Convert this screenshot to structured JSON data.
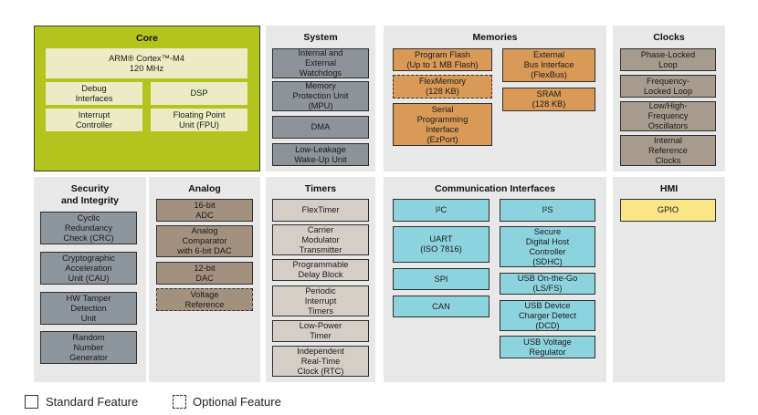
{
  "colors": {
    "panel_background": "#e8e8e8",
    "core": "#b4c41d",
    "core_inner": "#ececc4",
    "system": "#8c9399",
    "memories": "#d99a57",
    "clocks": "#a69b8c",
    "security": "#8d969c",
    "analog": "#a39180",
    "timers": "#d4cec7",
    "communication": "#8dd3de",
    "hmi": "#fae589"
  },
  "panels": [
    {
      "id": "core",
      "title": "Core",
      "boxes": [
        {
          "label": "ARM® Cortex™-M4\n120 MHz"
        },
        {
          "label": "Debug\nInterfaces"
        },
        {
          "label": "DSP"
        },
        {
          "label": "Interrupt\nController"
        },
        {
          "label": "Floating Point\nUnit (FPU)"
        }
      ]
    },
    {
      "id": "system",
      "title": "System",
      "boxes": [
        {
          "label": "Internal and\nExternal\nWatchdogs"
        },
        {
          "label": "Memory\nProtection Unit\n(MPU)"
        },
        {
          "label": "DMA"
        },
        {
          "label": "Low-Leakage\nWake-Up Unit"
        }
      ]
    },
    {
      "id": "memories",
      "title": "Memories",
      "boxes": [
        {
          "label": "Program Flash\n(Up to 1 MB Flash)"
        },
        {
          "label": "FlexMemory\n(128 KB)",
          "optional": true
        },
        {
          "label": "Serial\nProgramming\nInterface\n(EzPort)"
        },
        {
          "label": "External\nBus Interface\n(FlexBus)"
        },
        {
          "label": "SRAM\n(128 KB)"
        }
      ]
    },
    {
      "id": "clocks",
      "title": "Clocks",
      "boxes": [
        {
          "label": "Phase-Locked\nLoop"
        },
        {
          "label": "Frequency-\nLocked Loop"
        },
        {
          "label": "Low/High-\nFrequency\nOscillators"
        },
        {
          "label": "Internal\nReference\nClocks"
        }
      ]
    },
    {
      "id": "security",
      "title": "Security\nand Integrity",
      "boxes": [
        {
          "label": "Cyclic\nRedundancy\nCheck (CRC)"
        },
        {
          "label": "Cryptographic\nAcceleration\nUnit (CAU)"
        },
        {
          "label": "HW Tamper\nDetection\nUnit"
        },
        {
          "label": "Random\nNumber\nGenerator"
        }
      ]
    },
    {
      "id": "analog",
      "title": "Analog",
      "boxes": [
        {
          "label": "16-bit\nADC"
        },
        {
          "label": "Analog\nComparator\nwith 6-bit DAC"
        },
        {
          "label": "12-bit\nDAC"
        },
        {
          "label": "Voltage\nReference",
          "optional": true
        }
      ]
    },
    {
      "id": "timers",
      "title": "Timers",
      "boxes": [
        {
          "label": "FlexTimer"
        },
        {
          "label": "Carrier\nModulator\nTransmitter"
        },
        {
          "label": "Programmable\nDelay Block"
        },
        {
          "label": "Periodic\nInterrupt\nTimers"
        },
        {
          "label": "Low-Power\nTimer"
        },
        {
          "label": "Independent\nReal-Time\nClock (RTC)"
        }
      ]
    },
    {
      "id": "communication",
      "title": "Communication Interfaces",
      "boxes": [
        {
          "label": "I²C"
        },
        {
          "label": "UART\n(ISO 7816)"
        },
        {
          "label": "SPI"
        },
        {
          "label": "CAN"
        },
        {
          "label": "I²S"
        },
        {
          "label": "Secure\nDigital Host\nController\n(SDHC)"
        },
        {
          "label": "USB On-the-Go\n(LS/FS)"
        },
        {
          "label": "USB Device\nCharger Detect\n(DCD)"
        },
        {
          "label": "USB Voltage\nRegulator"
        }
      ]
    },
    {
      "id": "hmi",
      "title": "HMI",
      "boxes": [
        {
          "label": "GPIO"
        }
      ]
    }
  ],
  "legend": {
    "standard": "Standard Feature",
    "optional": "Optional Feature"
  }
}
